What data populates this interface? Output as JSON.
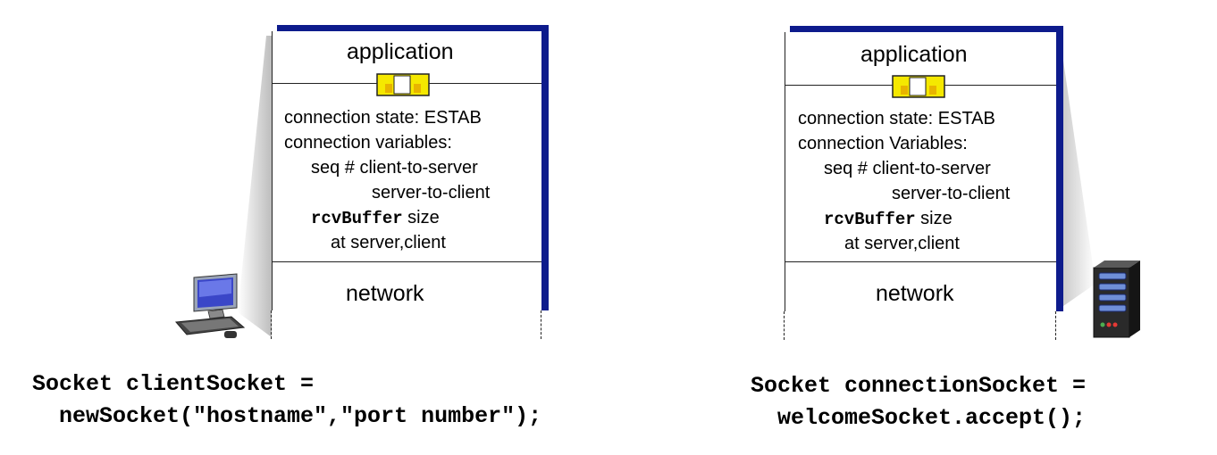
{
  "client": {
    "layer_top": "application",
    "state_line": "connection state: ESTAB",
    "vars_line": "connection variables:",
    "seq_line": "seq # client-to-server",
    "seq_line2": "server-to-client",
    "buffer_name": "rcvBuffer",
    "buffer_suffix": " size",
    "buffer_line2": "at server,client",
    "layer_bottom": "network",
    "code_line1": "Socket clientSocket =",
    "code_line2": "  newSocket(\"hostname\",\"port number\");"
  },
  "server": {
    "layer_top": "application",
    "state_line": "connection state: ESTAB",
    "vars_line": "connection Variables:",
    "seq_line": "seq # client-to-server",
    "seq_line2": "server-to-client",
    "buffer_name": "rcvBuffer",
    "buffer_suffix": " size",
    "buffer_line2": "at server,client",
    "layer_bottom": "network",
    "code_line1": "Socket connectionSocket =",
    "code_line2": " welcomeSocket.accept();"
  },
  "icons": {
    "client_host": "laptop-computer-icon",
    "server_host": "server-tower-icon",
    "socket": "socket-door-icon"
  },
  "colors": {
    "box_shadow": "#0d1b8c",
    "socket_fill": "#f5e800",
    "funnel": "#c8c8c8"
  }
}
